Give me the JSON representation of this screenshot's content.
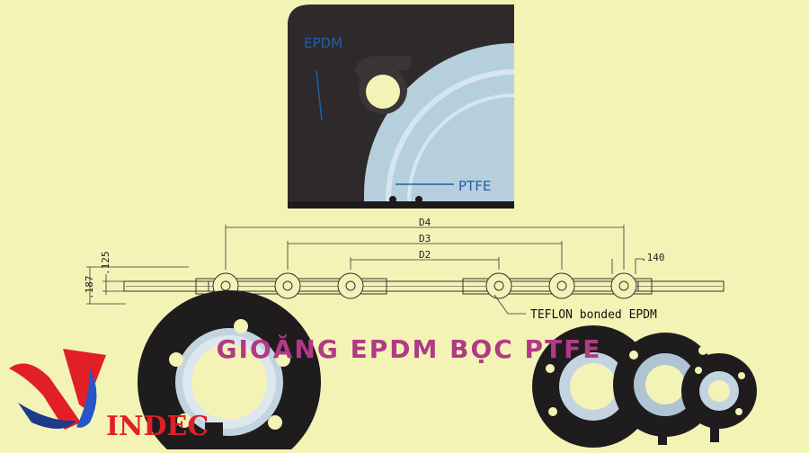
{
  "labels": {
    "epdm": "EPDM",
    "ptfe": "PTFE",
    "d4": "D4",
    "d3": "D3",
    "d2": "D2",
    "dim_140": ".140",
    "dim_125": ".125",
    "dim_187": ".187",
    "teflon_callout": "TEFLON bonded EPDM"
  },
  "banner": {
    "title": "GIOĂNG EPDM BỌC PTFE"
  },
  "brand": {
    "name": "INDEC"
  },
  "colors": {
    "background": "#F4F3B6",
    "epdm": "#2E2A2B",
    "ptfe": "#B6CFDD",
    "title": "#B03A86",
    "brand_red": "#E21F26",
    "brand_blue": "#1E3A8A"
  }
}
